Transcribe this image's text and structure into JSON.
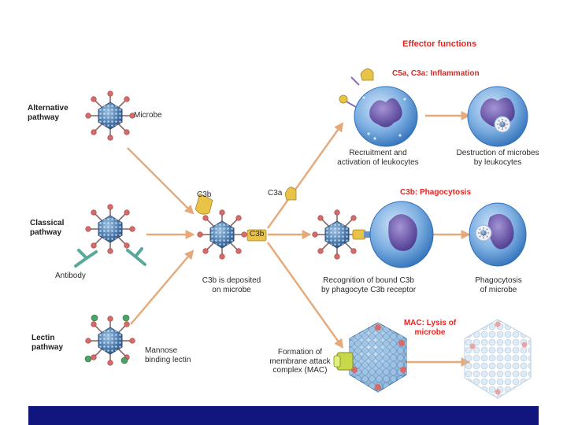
{
  "pathways": {
    "alternative": "Alternative\npathway",
    "classical": "Classical\npathway",
    "lectin": "Lectin\npathway"
  },
  "labels": {
    "microbe": "Microbe",
    "antibody": "Antibody",
    "mannose_lectin": "Mannose\nbinding lectin",
    "c3b_tag": "C3b",
    "c3b_tag_center": "C3b",
    "c3a_tag": "C3a",
    "c3b_deposited": "C3b is deposited\non microbe",
    "recruitment": "Recruitment and\nactivation of leukocytes",
    "destruction": "Destruction of microbes\nby leukocytes",
    "recognition": "Recognition of bound C3b\nby phagocyte C3b receptor",
    "phagocytosis": "Phagocytosis\nof microbe",
    "mac_formation": "Formation of\nmembrane attack\ncomplex (MAC)"
  },
  "effector": {
    "title": "Effector functions",
    "inflammation": "C5a, C3a: Inflammation",
    "phagocytosis": "C3b: Phagocytosis",
    "lysis": "MAC: Lysis of\nmicrobe"
  },
  "colors": {
    "effector_red": "#e52420",
    "arrow": "#e6a97a",
    "microbe_core": "#4f7fb0",
    "spike_tip": "#d96a6a",
    "c3b_yellow": "#e9c248",
    "cell_blue": "#5f98d6",
    "nucleus_purple": "#6a56a8",
    "footer_bar": "#11157e"
  }
}
